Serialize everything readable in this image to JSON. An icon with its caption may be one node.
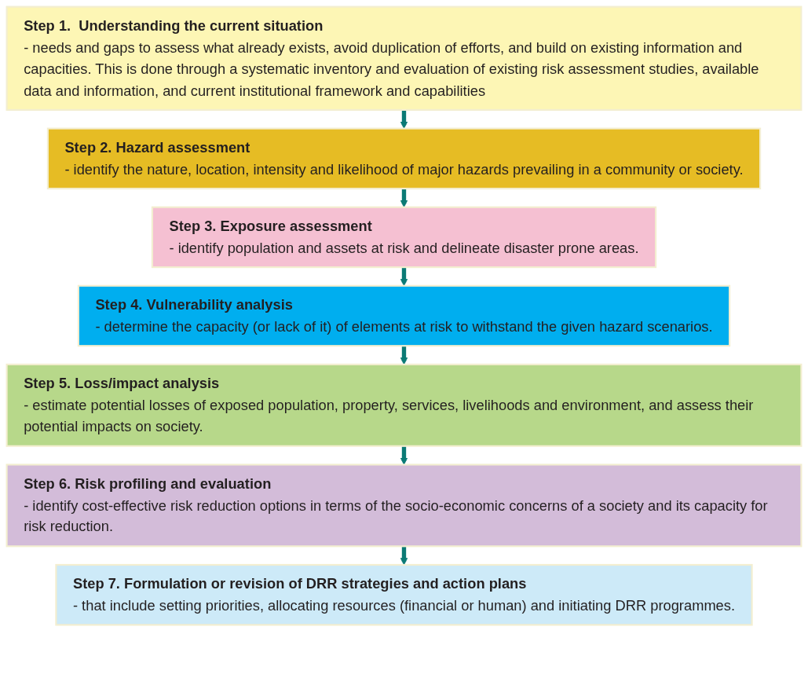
{
  "diagram": {
    "nodes": [
      {
        "text": [
          "Step 1.  Understanding the current situation",
          "- needs and gaps to assess what already exists, avoid duplication of efforts, and build on existing information and capacities. This is done through a systematic inventory and evaluation of existing risk assessment studies, available data and information, and current institutional framework and capabilities"
        ]
      },
      {
        "text": [
          "Step 2. Hazard assessment",
          "- identify the nature, location, intensity and likelihood of major hazards prevailing in a community or society."
        ]
      },
      {
        "text": [
          "Step 3. Exposure assessment",
          "- identify population and assets at risk and delineate disaster prone areas."
        ]
      },
      {
        "text": [
          "Step 4. Vulnerability analysis",
          "- determine the capacity (or lack of it) of elements at risk to withstand the given hazard scenarios."
        ]
      },
      {
        "text": [
          "Step 5. Loss/impact analysis",
          "- estimate potential losses of exposed population, property, services, livelihoods and environment, and assess their potential impacts on society."
        ]
      },
      {
        "text": [
          "Step 6. Risk profiling and evaluation",
          "- identify cost-effective risk reduction options in terms of the socio-economic concerns of a society and its capacity for risk reduction."
        ]
      },
      {
        "text": [
          "Step 7. Formulation or revision of DRR strategies and action plans",
          "- that include setting priorities, allocating resources (financial or human) and initiating DRR programmes."
        ]
      }
    ],
    "edges": [
      {
        "from": 0,
        "to": 1,
        "arrow": "to"
      },
      {
        "from": 1,
        "to": 2,
        "arrow": "to"
      },
      {
        "from": 2,
        "to": 3,
        "arrow": "to"
      },
      {
        "from": 3,
        "to": 4,
        "arrow": "to"
      },
      {
        "from": 4,
        "to": 5,
        "arrow": "to"
      },
      {
        "from": 5,
        "to": 6,
        "arrow": "to"
      }
    ]
  }
}
